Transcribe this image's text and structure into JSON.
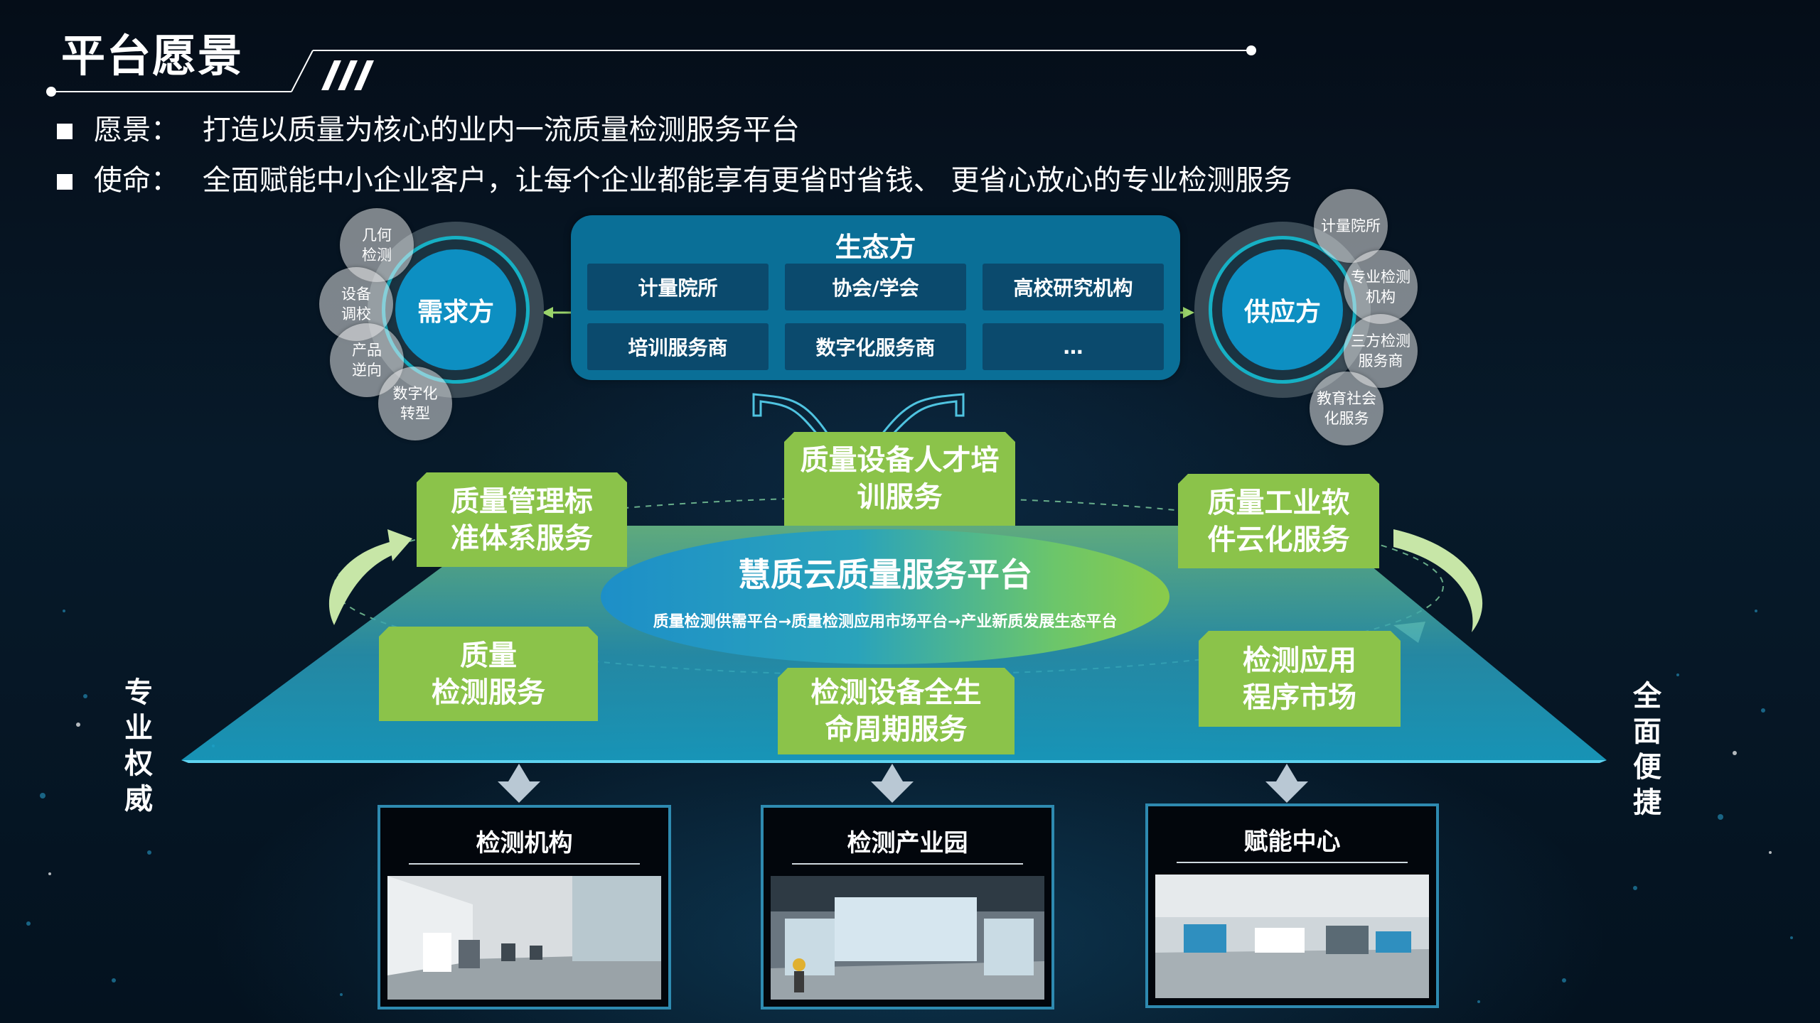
{
  "header": {
    "title": "平台愿景",
    "vision_label": "愿景：",
    "vision_text": "打造以质量为核心的业内一流质量检测服务平台",
    "mission_label": "使命：",
    "mission_text": "全面赋能中小企业客户，让每个企业都能享有更省时省钱、 更省心放心的专业检测服务"
  },
  "ecosystem": {
    "title": "生态方",
    "cells": [
      "计量院所",
      "协会/学会",
      "高校研究机构",
      "培训服务商",
      "数字化服务商",
      "…"
    ]
  },
  "demand": {
    "label": "需求方",
    "bubbles": [
      "几何\n检测",
      "设备\n调校",
      "产品\n逆向",
      "数字化\n转型"
    ]
  },
  "supply": {
    "label": "供应方",
    "bubbles": [
      "计量院所",
      "专业检测\n机构",
      "三方检测\n服务商",
      "教育社会\n化服务"
    ]
  },
  "platform": {
    "title": "慧质云质量服务平台",
    "subtitle": "质量检测供需平台→质量检测应用市场平台→产业新质发展生态平台"
  },
  "services": {
    "top": "质量设备人才培\n训服务",
    "left_top": "质量管理标\n准体系服务",
    "right_top": "质量工业软\n件云化服务",
    "left_bottom": "质量\n检测服务",
    "bottom": "检测设备全生\n命周期服务",
    "right_bottom": "检测应用\n程序市场"
  },
  "sides": {
    "left": "专\n业\n权\n威",
    "right": "全\n面\n便\n捷"
  },
  "bottom_cards": [
    "检测机构",
    "检测产业园",
    "赋能中心"
  ],
  "colors": {
    "green_box": "#8bc34a",
    "eco_box": "#0a6f97",
    "ring": "#16b0c4",
    "card_border": "#2e8ab0"
  }
}
